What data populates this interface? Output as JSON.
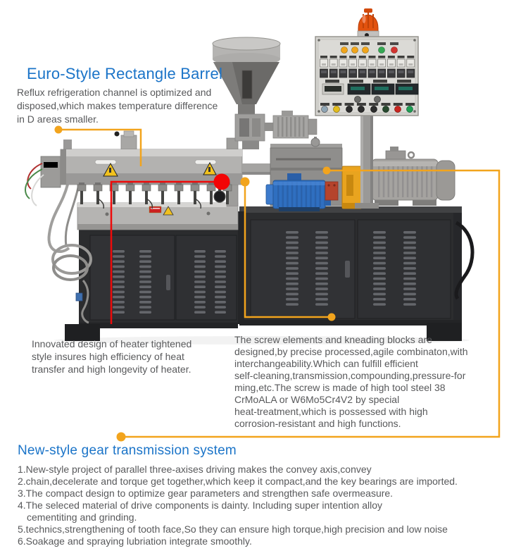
{
  "colors": {
    "heading_blue": "#1b74c8",
    "body_grey": "#58595b",
    "callout_orange": "#f2a41d",
    "callout_red": "#ee0a0a",
    "beacon_orange": "#e2520e",
    "motor_blue": "#2f6fc0",
    "guard_yellow": "#e9a41f"
  },
  "sections": {
    "barrel": {
      "title": "Euro-Style Rectangle Barrel",
      "lines": [
        "Reflux refrigeration channel is optimized and",
        "disposed,which makes temperature difference",
        "in D areas smaller."
      ]
    },
    "heater": {
      "lines": [
        "Innovated design of heater tightened",
        "style insures high efficiency of heat",
        "transfer and high longevity of heater."
      ]
    },
    "screw": {
      "lines": [
        "The screw elements and kneading blocks are",
        "designed,by precise processed,agile combinaton,with",
        "interchangeability.Which can fulfill efficient",
        "self-cleaning,transmission,compounding,pressure-for",
        "ming,etc.The screw is made of high tool steel 38",
        "CrMoALA or W6Mo5Cr4V2 by special",
        "heat-treatment,which is possessed with high",
        "corrosion-resistant and high functions."
      ]
    },
    "gear": {
      "title": "New-style gear transmission system",
      "lines": [
        "1.New-style project of parallel three-axises driving makes the convey axis,convey",
        "2.chain,decelerate and torque get together,which keep it compact,and the key bearings are imported.",
        "3.The compact design to optimize gear parameters and strengthen safe overmeasure.",
        "4.The seleced material of drive components is dainty. Including super intention alloy",
        "cementiting and grinding.",
        "5.technics,strengthening of tooth face,So they can ensure high torque,high precision and low noise",
        "6.Soakage and spraying lubriation integrate smoothly."
      ]
    }
  }
}
